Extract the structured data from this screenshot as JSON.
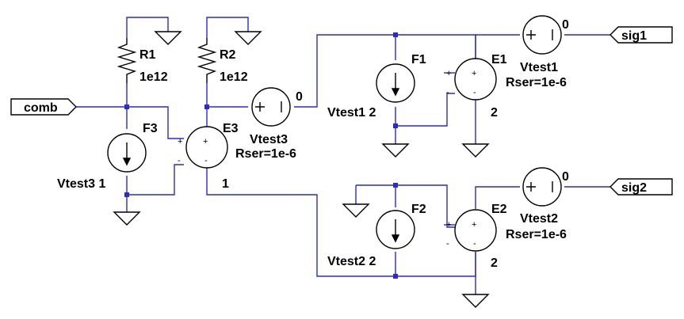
{
  "net_labels": {
    "comb": "comb",
    "sig1": "sig1",
    "sig2": "sig2"
  },
  "components": {
    "R1": {
      "name": "R1",
      "value": "1e12"
    },
    "R2": {
      "name": "R2",
      "value": "1e12"
    },
    "F1": {
      "name": "F1",
      "value": "Vtest1 2"
    },
    "F2": {
      "name": "F2",
      "value": "Vtest2 2"
    },
    "F3": {
      "name": "F3",
      "value": "Vtest3 1"
    },
    "E1": {
      "name": "E1",
      "value": "2"
    },
    "E2": {
      "name": "E2",
      "value": "2"
    },
    "E3": {
      "name": "E3",
      "value": "1"
    },
    "Vtest1": {
      "name": "Vtest1",
      "value": "0",
      "rser": "Rser=1e-6"
    },
    "Vtest2": {
      "name": "Vtest2",
      "value": "0",
      "rser": "Rser=1e-6"
    },
    "Vtest3": {
      "name": "Vtest3",
      "value": "0",
      "rser": "Rser=1e-6"
    }
  },
  "pins": {
    "plus": "+",
    "minus": "-"
  },
  "colors": {
    "wire": "#2a2ad0",
    "symbol": "#000000",
    "background": "#ffffff"
  }
}
